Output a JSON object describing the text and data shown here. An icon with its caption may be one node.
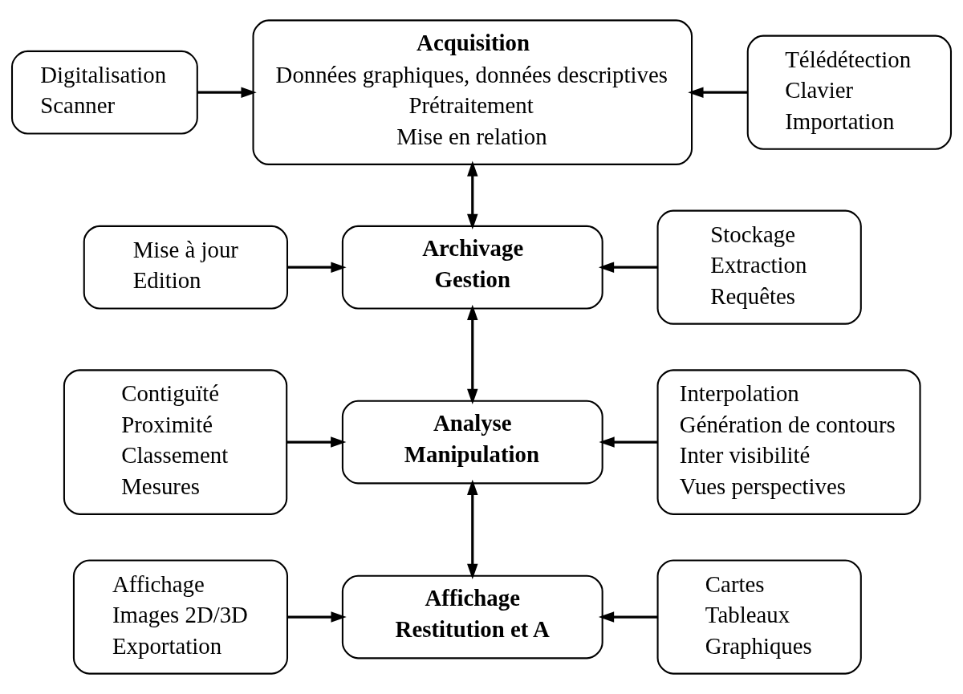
{
  "diagram": {
    "nodes": [
      {
        "text": [
          "Digitalisation",
          "Scanner"
        ]
      },
      {
        "text": [
          "Acquisition",
          "Données graphiques, données descriptives",
          "Prétraitement",
          "Mise en relation"
        ]
      },
      {
        "text": [
          "Télédétection",
          "Clavier",
          "Importation"
        ]
      },
      {
        "text": [
          "Mise à jour",
          "Edition"
        ]
      },
      {
        "text": [
          "Archivage",
          "Gestion"
        ]
      },
      {
        "text": [
          "Stockage",
          "Extraction",
          "Requêtes"
        ]
      },
      {
        "text": [
          "Contiguïté",
          "Proximité",
          "Classement",
          "Mesures"
        ]
      },
      {
        "text": [
          "Analyse",
          "Manipulation"
        ]
      },
      {
        "text": [
          "Interpolation",
          "Génération de contours",
          "Inter visibilité",
          "Vues perspectives"
        ]
      },
      {
        "text": [
          "Affichage",
          "Images 2D/3D",
          "Exportation"
        ]
      },
      {
        "text": [
          "Affichage",
          "Restitution et A"
        ]
      },
      {
        "text": [
          "Cartes",
          "Tableaux",
          "Graphiques"
        ]
      }
    ],
    "edges": [
      {
        "from": 0,
        "to": 1,
        "arrow": "to"
      },
      {
        "from": 2,
        "to": 1,
        "arrow": "to"
      },
      {
        "from": 1,
        "to": 4,
        "arrow": "both"
      },
      {
        "from": 3,
        "to": 4,
        "arrow": "to"
      },
      {
        "from": 5,
        "to": 4,
        "arrow": "to"
      },
      {
        "from": 4,
        "to": 7,
        "arrow": "both"
      },
      {
        "from": 6,
        "to": 7,
        "arrow": "to"
      },
      {
        "from": 8,
        "to": 7,
        "arrow": "to"
      },
      {
        "from": 7,
        "to": 10,
        "arrow": "both"
      },
      {
        "from": 9,
        "to": 10,
        "arrow": "to"
      },
      {
        "from": 11,
        "to": 10,
        "arrow": "to"
      }
    ]
  }
}
